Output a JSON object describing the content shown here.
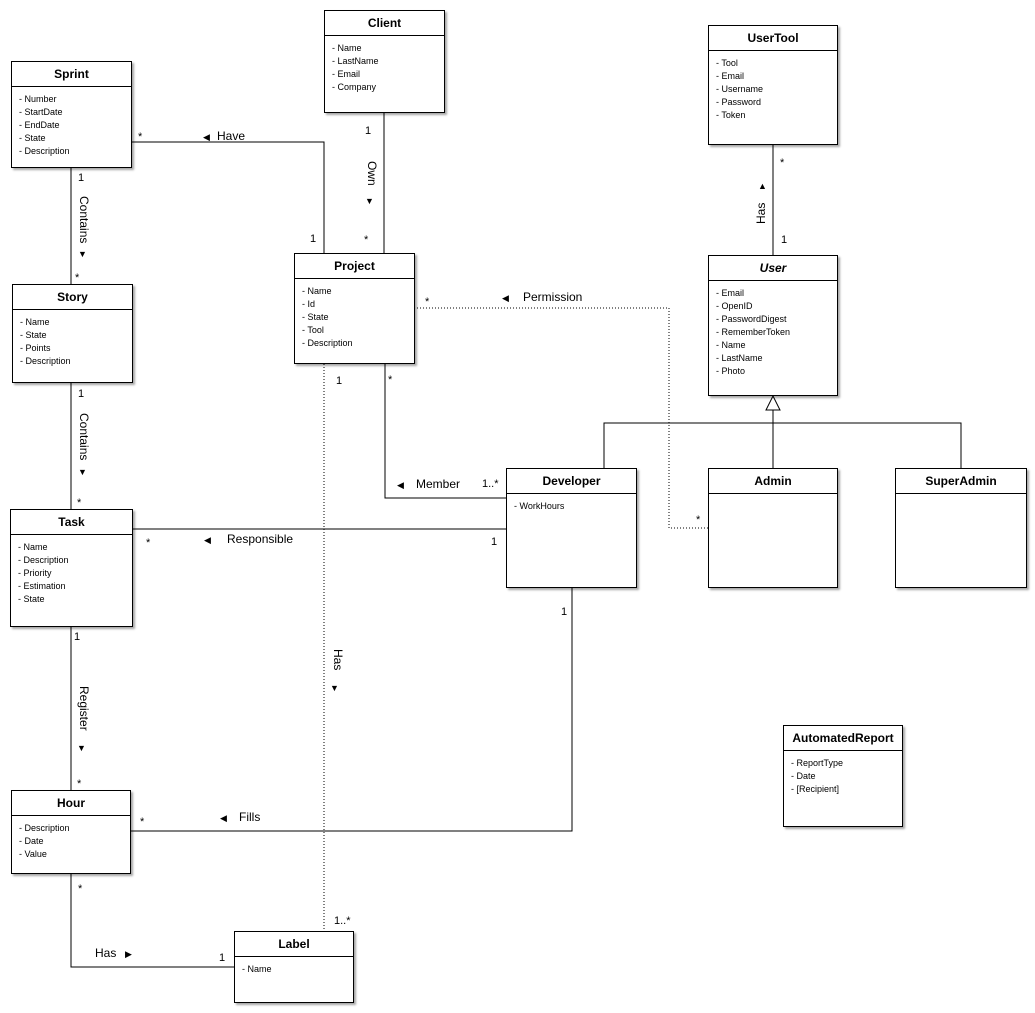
{
  "classes": {
    "client": {
      "name": "Client",
      "attributes": [
        "- Name",
        "- LastName",
        "- Email",
        "- Company"
      ]
    },
    "sprint": {
      "name": "Sprint",
      "attributes": [
        "- Number",
        "- StartDate",
        "- EndDate",
        "- State",
        "- Description"
      ]
    },
    "usertool": {
      "name": "UserTool",
      "attributes": [
        "- Tool",
        "- Email",
        "- Username",
        "- Password",
        "- Token"
      ]
    },
    "story": {
      "name": "Story",
      "attributes": [
        "- Name",
        "- State",
        "- Points",
        "- Description"
      ]
    },
    "project": {
      "name": "Project",
      "attributes": [
        "- Name",
        "- Id",
        "- State",
        "- Tool",
        "- Description"
      ]
    },
    "user": {
      "name": "User",
      "attributes": [
        "- Email",
        "- OpenID",
        "- PasswordDigest",
        "- RememberToken",
        "- Name",
        "- LastName",
        "- Photo"
      ]
    },
    "task": {
      "name": "Task",
      "attributes": [
        "- Name",
        "- Description",
        "- Priority",
        "- Estimation",
        "- State"
      ]
    },
    "developer": {
      "name": "Developer",
      "attributes": [
        "- WorkHours"
      ]
    },
    "admin": {
      "name": "Admin",
      "attributes": []
    },
    "superadmin": {
      "name": "SuperAdmin",
      "attributes": []
    },
    "automatedreport": {
      "name": "AutomatedReport",
      "attributes": [
        "- ReportType",
        "- Date",
        "- [Recipient]"
      ]
    },
    "hour": {
      "name": "Hour",
      "attributes": [
        "- Description",
        "- Date",
        "- Value"
      ]
    },
    "label": {
      "name": "Label",
      "attributes": [
        "- Name"
      ]
    }
  },
  "associations": {
    "have": {
      "label": "Have",
      "mult_a": "*",
      "mult_b": "1"
    },
    "own": {
      "label": "Own",
      "mult_a": "1",
      "mult_b": "*"
    },
    "sprint_contains": {
      "label": "Contains",
      "mult_a": "1",
      "mult_b": "*"
    },
    "story_contains": {
      "label": "Contains",
      "mult_a": "1",
      "mult_b": "*"
    },
    "usertool_has": {
      "label": "Has",
      "mult_a": "*",
      "mult_b": "1"
    },
    "permission": {
      "label": "Permission",
      "mult_a": "*",
      "mult_b": "*"
    },
    "member": {
      "label": "Member",
      "mult_a": "*",
      "mult_b": "1..*"
    },
    "responsible": {
      "label": "Responsible",
      "mult_a": "*",
      "mult_b": "1"
    },
    "project_label_has": {
      "label": "Has",
      "mult_a": "1",
      "mult_b": "1..*"
    },
    "register": {
      "label": "Register",
      "mult_a": "1",
      "mult_b": "*"
    },
    "fills": {
      "label": "Fills",
      "mult_a": "*",
      "mult_b": "1"
    },
    "hour_label_has": {
      "label": "Has",
      "mult_a": "*",
      "mult_b": "1"
    }
  }
}
